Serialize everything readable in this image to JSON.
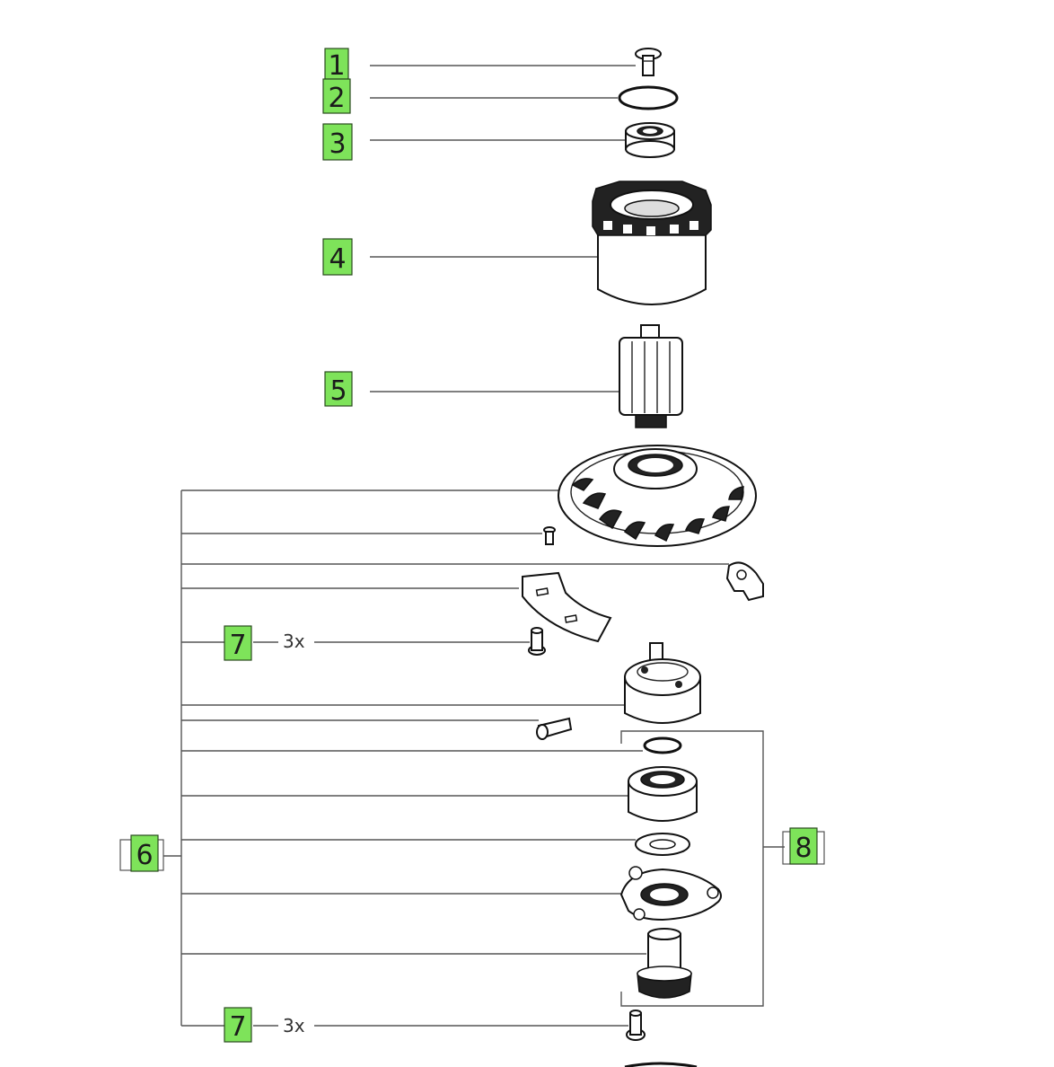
{
  "callouts": {
    "c1": "1",
    "c2": "2",
    "c3": "3",
    "c4": "4",
    "c5": "5",
    "c6": "6",
    "c7a": "7",
    "c7b": "7",
    "c8": "8"
  },
  "quantities": {
    "q7a": "3x",
    "q7b": "3x"
  },
  "colors": {
    "callout_fill": "#7ee35a",
    "line": "#555555"
  }
}
